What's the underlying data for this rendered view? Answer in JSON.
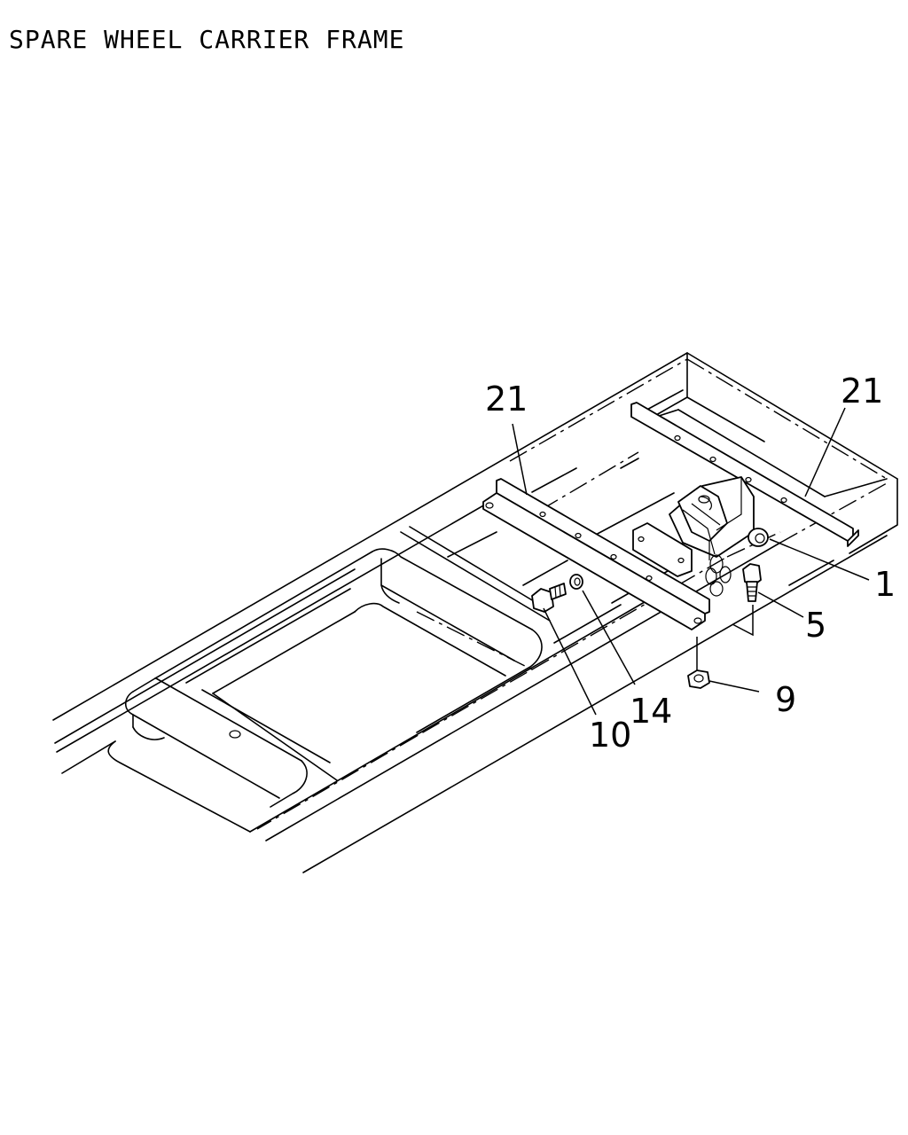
{
  "title": "SPARE WHEEL CARRIER FRAME",
  "callouts": [
    {
      "id": "c21a",
      "label": "21"
    },
    {
      "id": "c21b",
      "label": "21"
    },
    {
      "id": "c1",
      "label": "1"
    },
    {
      "id": "c5",
      "label": "5"
    },
    {
      "id": "c9",
      "label": "9"
    },
    {
      "id": "c14",
      "label": "14"
    },
    {
      "id": "c10",
      "label": "10"
    }
  ]
}
